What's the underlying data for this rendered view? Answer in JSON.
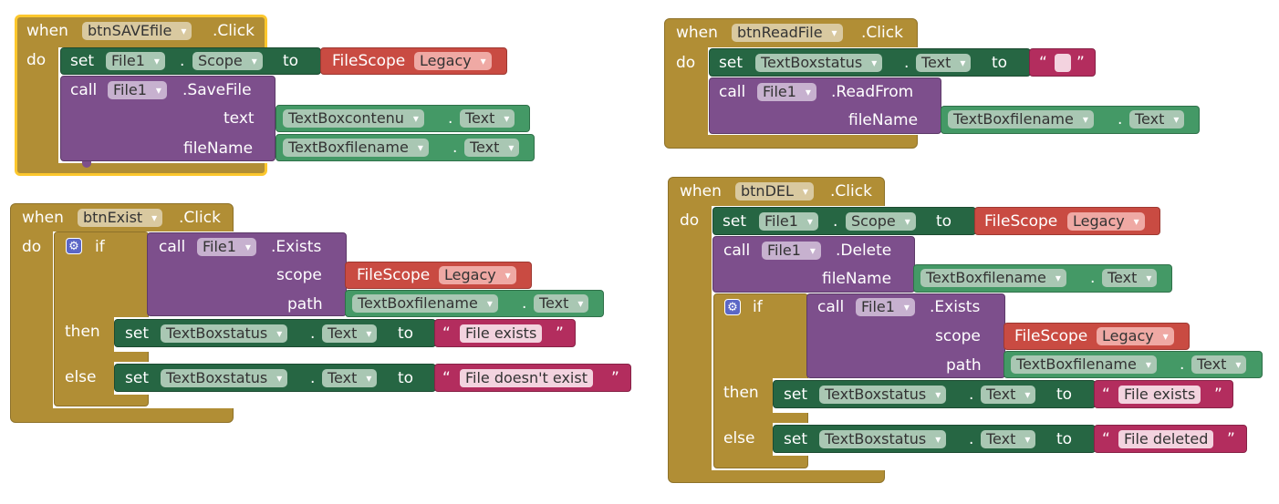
{
  "blocks": {
    "save_file": {
      "when": "when",
      "component": "btnSAVEfile",
      "event": ".Click",
      "do": "do",
      "set": "set",
      "set_component": "File1",
      "dot": ".",
      "set_property": "Scope",
      "to": "to",
      "scope_label": "FileScope",
      "scope_value": "Legacy",
      "call": "call",
      "call_component": "File1",
      "method": ".SaveFile",
      "param_text": "text",
      "text_component": "TextBoxcontenu",
      "text_property": "Text",
      "param_filename": "fileName",
      "filename_component": "TextBoxfilename",
      "filename_property": "Text"
    },
    "exist": {
      "when": "when",
      "component": "btnExist",
      "event": ".Click",
      "do": "do",
      "if": "if",
      "call": "call",
      "call_component": "File1",
      "method": ".Exists",
      "param_scope": "scope",
      "scope_label": "FileScope",
      "scope_value": "Legacy",
      "param_path": "path",
      "path_component": "TextBoxfilename",
      "path_property": "Text",
      "then": "then",
      "else": "else",
      "set": "set",
      "set_component": "TextBoxstatus",
      "set_property": "Text",
      "to": "to",
      "then_string": "File exists",
      "else_string": "File doesn't exist",
      "open_quote": "“",
      "close_quote": "”",
      "dot": "."
    },
    "read_file": {
      "when": "when",
      "component": "btnReadFile",
      "event": ".Click",
      "do": "do",
      "set": "set",
      "set_component": "TextBoxstatus",
      "set_property": "Text",
      "to": "to",
      "empty_string": "",
      "open_quote": "“",
      "close_quote": "”",
      "call": "call",
      "call_component": "File1",
      "method": ".ReadFrom",
      "param_filename": "fileName",
      "filename_component": "TextBoxfilename",
      "filename_property": "Text",
      "dot": "."
    },
    "delete": {
      "when": "when",
      "component": "btnDEL",
      "event": ".Click",
      "do": "do",
      "set": "set",
      "set_component": "File1",
      "set_property": "Scope",
      "to": "to",
      "scope_label": "FileScope",
      "scope_value": "Legacy",
      "call": "call",
      "call_component": "File1",
      "method": ".Delete",
      "param_filename": "fileName",
      "filename_component": "TextBoxfilename",
      "filename_property": "Text",
      "if": "if",
      "exists_component": "File1",
      "exists_method": ".Exists",
      "param_scope": "scope",
      "param_path": "path",
      "then": "then",
      "else": "else",
      "status_component": "TextBoxstatus",
      "status_property": "Text",
      "then_string": "File exists",
      "else_string": "File deleted",
      "open_quote": "“",
      "close_quote": "”",
      "dot": "."
    }
  },
  "colors": {
    "event": "#b18e35",
    "set": "#266643",
    "call": "#7d4f8c",
    "getter": "#449966",
    "scope": "#c94b42",
    "string": "#b32d5e",
    "selected_outline": "#fcc72d"
  },
  "icons": {
    "gear": "mutator-gear-icon",
    "dropdown": "dropdown-arrow-icon"
  }
}
